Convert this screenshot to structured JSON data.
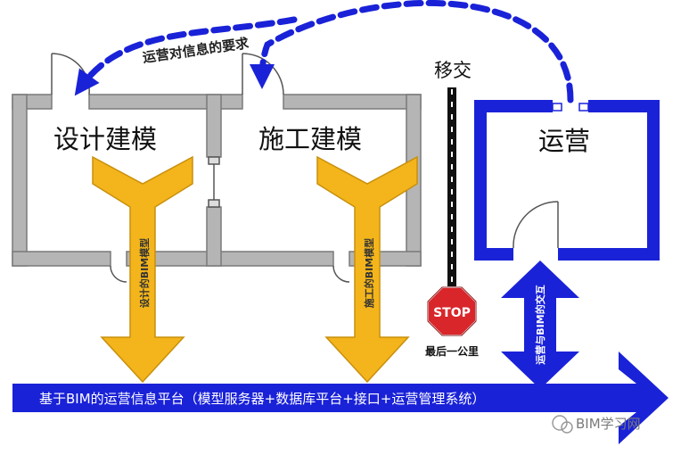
{
  "rooms": {
    "design": "设计建模",
    "construction": "施工建模",
    "operations": "运营"
  },
  "requirements_arrow_label": "运营对信息的要求",
  "handover_label": "移交",
  "stop_sign_text": "STOP",
  "last_mile_label": "最后一公里",
  "arrows": {
    "design_model": "设计的BIM模型",
    "construction_model": "施工的BIM模型",
    "operations_interaction": "运营与BIM的交互"
  },
  "platform_banner": "基于BIM的运营信息平台（模型服务器+数据库平台+接口+运营管理系统）",
  "watermark": "BIM学习网",
  "colors": {
    "wall_gray": "#b5b5b5",
    "yellow_arrow": "#f3b51b",
    "blue": "#1a22d8",
    "stop_red": "#d8262a"
  }
}
